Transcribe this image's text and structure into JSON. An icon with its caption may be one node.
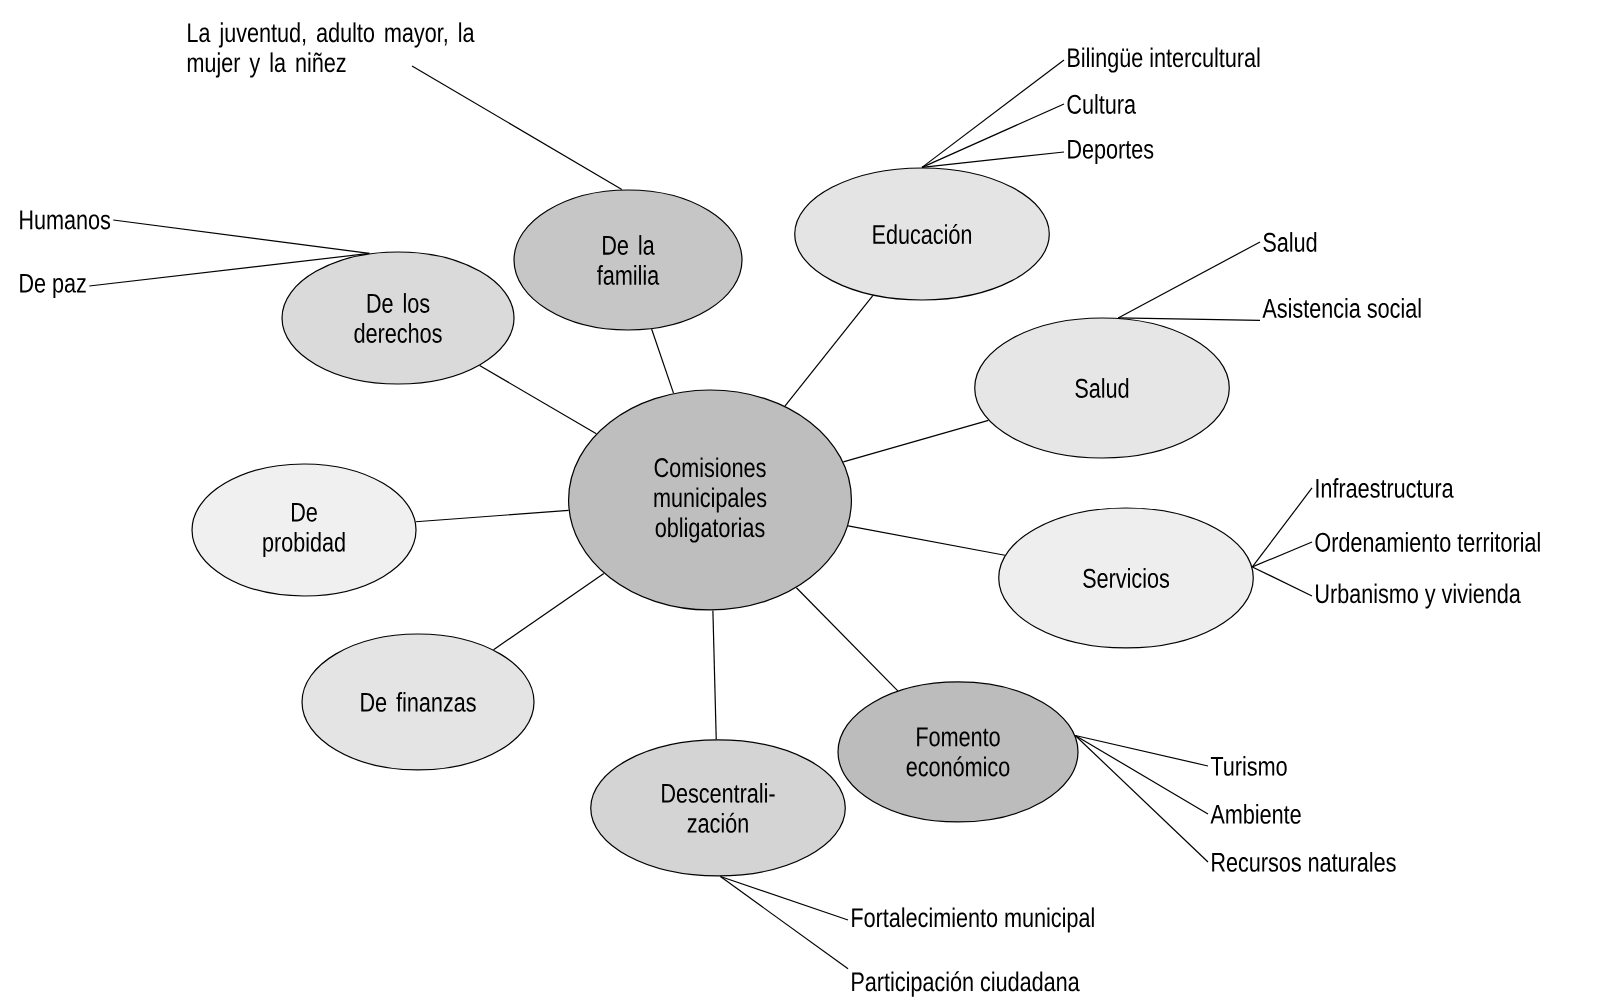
{
  "diagram": {
    "nodes": [
      {
        "text": [
          "Comisiones municipales obligatorias"
        ]
      },
      {
        "text": [
          "De la familia"
        ]
      },
      {
        "text": [
          "Educación"
        ]
      },
      {
        "text": [
          "De los derechos"
        ]
      },
      {
        "text": [
          "Salud"
        ]
      },
      {
        "text": [
          "De probidad"
        ]
      },
      {
        "text": [
          "Servicios"
        ]
      },
      {
        "text": [
          "De finanzas"
        ]
      },
      {
        "text": [
          "Fomento económico"
        ]
      },
      {
        "text": [
          "Descentrali- zación"
        ]
      },
      {
        "text": [
          "La juventud, adulto mayor, la mujer y la niñez"
        ]
      },
      {
        "text": [
          "Humanos"
        ]
      },
      {
        "text": [
          "De paz"
        ]
      },
      {
        "text": [
          "Bilingüe intercultural"
        ]
      },
      {
        "text": [
          "Cultura"
        ]
      },
      {
        "text": [
          "Deportes"
        ]
      },
      {
        "text": [
          "Salud"
        ]
      },
      {
        "text": [
          "Asistencia social"
        ]
      },
      {
        "text": [
          "Infraestructura"
        ]
      },
      {
        "text": [
          "Ordenamiento territorial"
        ]
      },
      {
        "text": [
          "Urbanismo y vivienda"
        ]
      },
      {
        "text": [
          "Turismo"
        ]
      },
      {
        "text": [
          "Ambiente"
        ]
      },
      {
        "text": [
          "Recursos naturales"
        ]
      },
      {
        "text": [
          "Fortalecimiento municipal"
        ]
      },
      {
        "text": [
          "Participación ciudadana"
        ]
      }
    ],
    "edges": [
      {
        "from": 0,
        "to": 1,
        "arrow": "none"
      },
      {
        "from": 0,
        "to": 2,
        "arrow": "none"
      },
      {
        "from": 0,
        "to": 3,
        "arrow": "none"
      },
      {
        "from": 0,
        "to": 4,
        "arrow": "none"
      },
      {
        "from": 0,
        "to": 5,
        "arrow": "none"
      },
      {
        "from": 0,
        "to": 6,
        "arrow": "none"
      },
      {
        "from": 0,
        "to": 7,
        "arrow": "none"
      },
      {
        "from": 0,
        "to": 8,
        "arrow": "none"
      },
      {
        "from": 0,
        "to": 9,
        "arrow": "none"
      },
      {
        "from": 1,
        "to": 10,
        "arrow": "none"
      },
      {
        "from": 3,
        "to": 11,
        "arrow": "none"
      },
      {
        "from": 3,
        "to": 12,
        "arrow": "none"
      },
      {
        "from": 2,
        "to": 13,
        "arrow": "none"
      },
      {
        "from": 2,
        "to": 14,
        "arrow": "none"
      },
      {
        "from": 2,
        "to": 15,
        "arrow": "none"
      },
      {
        "from": 4,
        "to": 16,
        "arrow": "none"
      },
      {
        "from": 4,
        "to": 17,
        "arrow": "none"
      },
      {
        "from": 6,
        "to": 18,
        "arrow": "none"
      },
      {
        "from": 6,
        "to": 19,
        "arrow": "none"
      },
      {
        "from": 6,
        "to": 20,
        "arrow": "none"
      },
      {
        "from": 8,
        "to": 21,
        "arrow": "none"
      },
      {
        "from": 8,
        "to": 22,
        "arrow": "none"
      },
      {
        "from": 8,
        "to": 23,
        "arrow": "none"
      },
      {
        "from": 9,
        "to": 24,
        "arrow": "none"
      },
      {
        "from": 9,
        "to": 25,
        "arrow": "none"
      }
    ]
  }
}
